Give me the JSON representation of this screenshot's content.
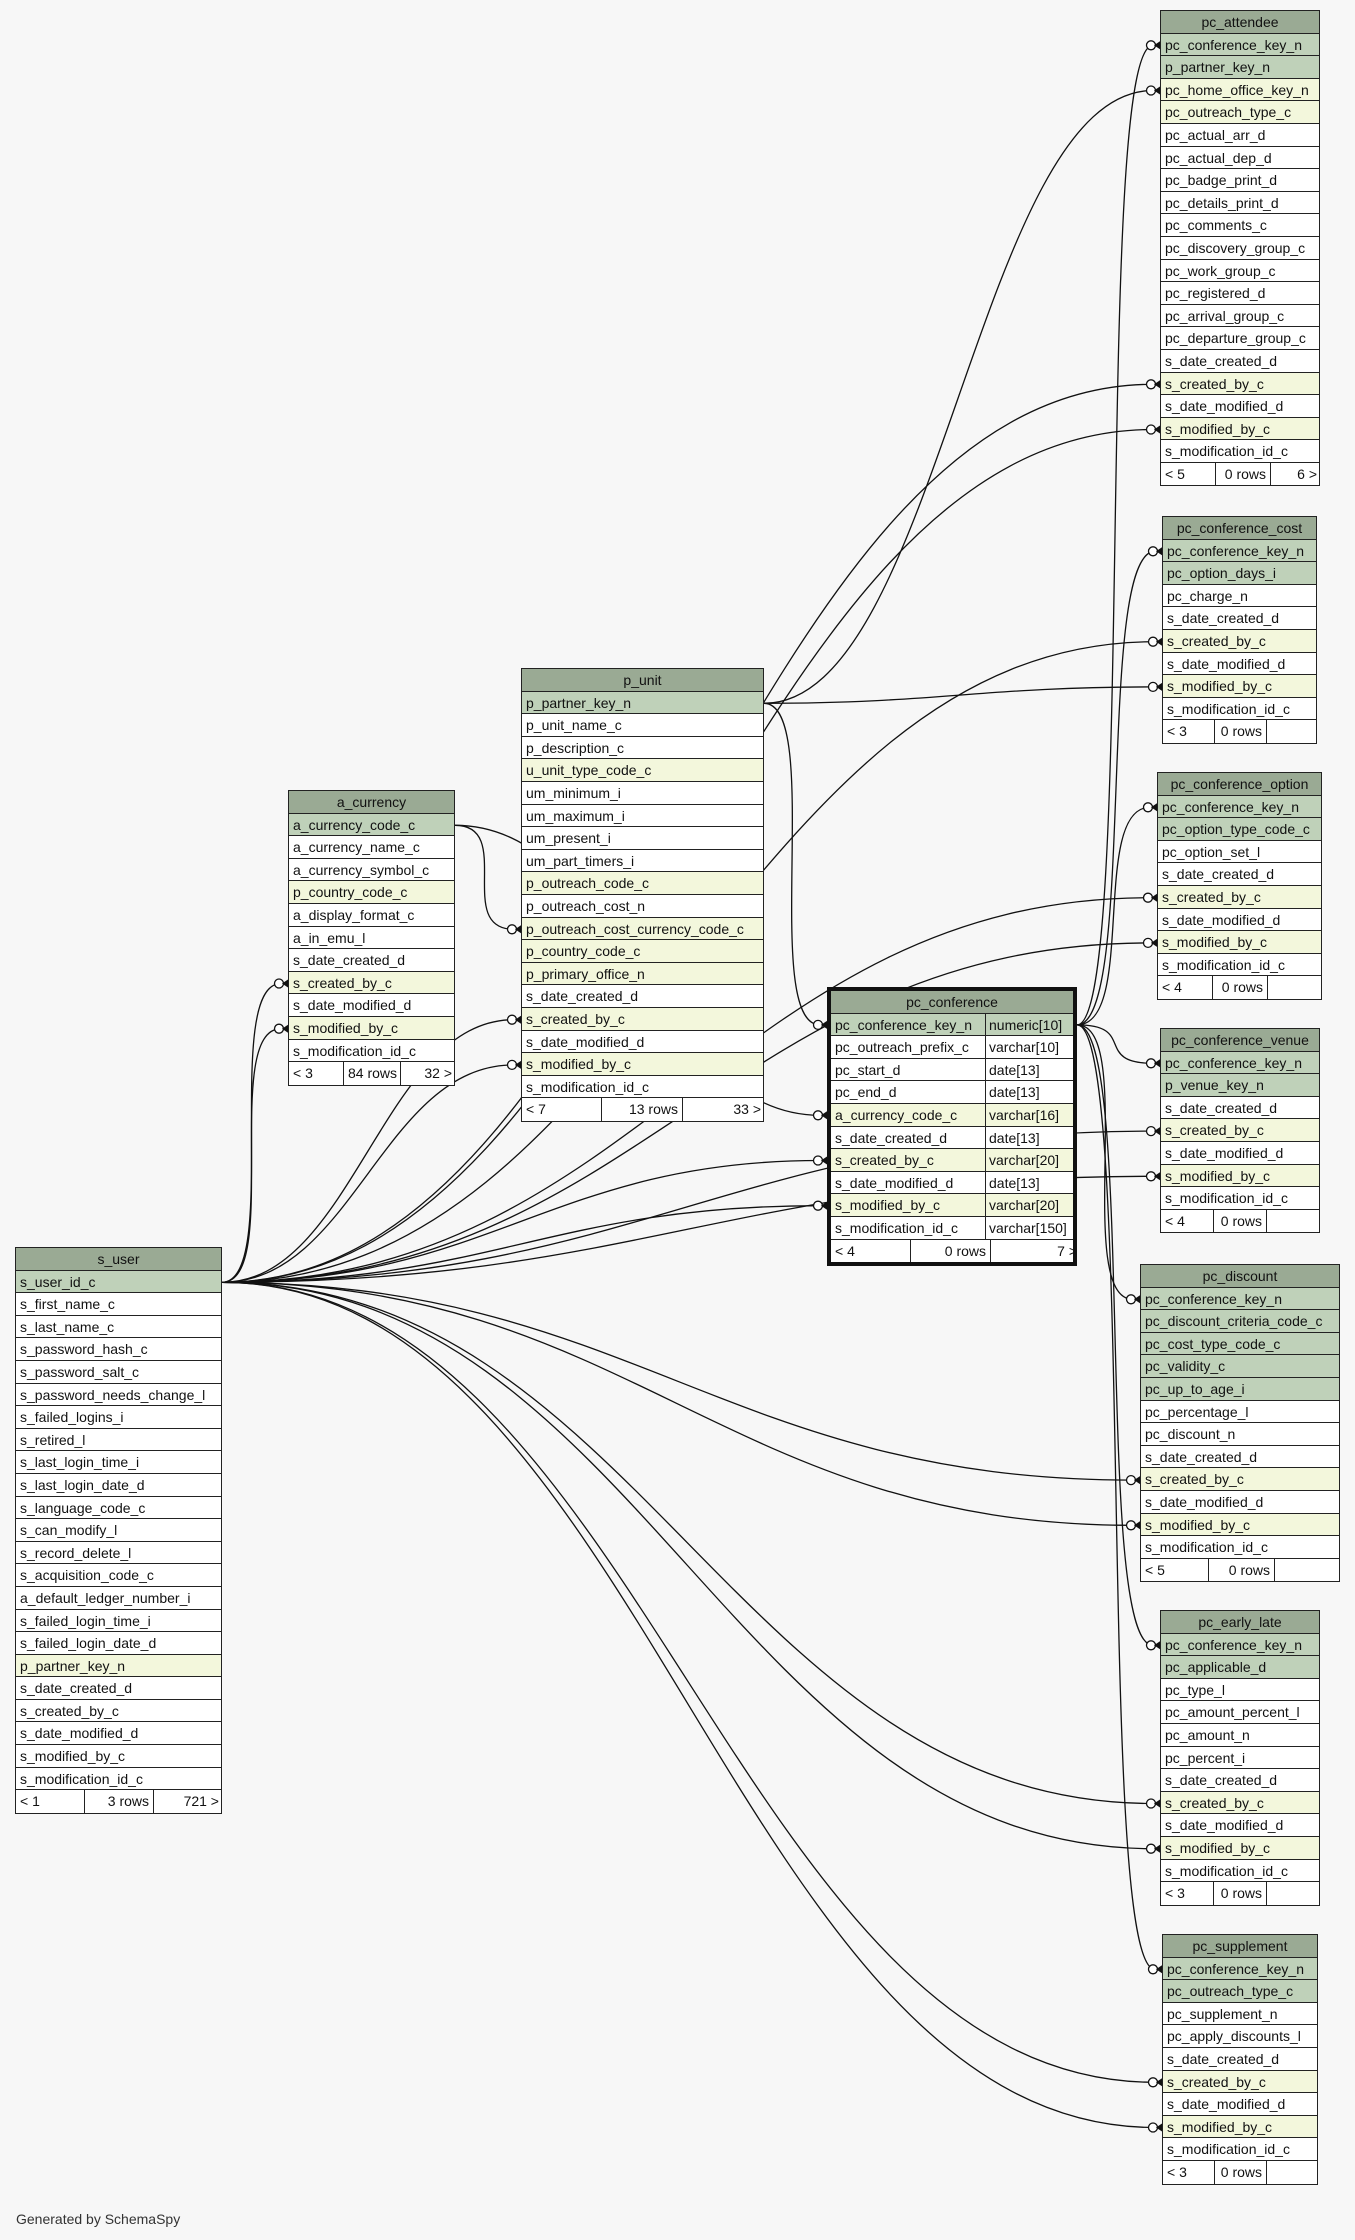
{
  "caption": "Generated by SchemaSpy",
  "tables": [
    {
      "id": "pc_attendee",
      "name": "pc_attendee",
      "columns": [
        {
          "name": "pc_conference_key_n",
          "kind": "pk"
        },
        {
          "name": "p_partner_key_n",
          "kind": "pk"
        },
        {
          "name": "pc_home_office_key_n",
          "kind": "fk"
        },
        {
          "name": "pc_outreach_type_c",
          "kind": "fk"
        },
        {
          "name": "pc_actual_arr_d"
        },
        {
          "name": "pc_actual_dep_d"
        },
        {
          "name": "pc_badge_print_d"
        },
        {
          "name": "pc_details_print_d"
        },
        {
          "name": "pc_comments_c"
        },
        {
          "name": "pc_discovery_group_c"
        },
        {
          "name": "pc_work_group_c"
        },
        {
          "name": "pc_registered_d"
        },
        {
          "name": "pc_arrival_group_c"
        },
        {
          "name": "pc_departure_group_c"
        },
        {
          "name": "s_date_created_d"
        },
        {
          "name": "s_created_by_c",
          "kind": "fk"
        },
        {
          "name": "s_date_modified_d"
        },
        {
          "name": "s_modified_by_c",
          "kind": "fk"
        },
        {
          "name": "s_modification_id_c"
        }
      ],
      "footer": [
        "< 5",
        "0 rows",
        "6 >"
      ]
    },
    {
      "id": "pc_conference_cost",
      "name": "pc_conference_cost",
      "columns": [
        {
          "name": "pc_conference_key_n",
          "kind": "pk"
        },
        {
          "name": "pc_option_days_i",
          "kind": "pk"
        },
        {
          "name": "pc_charge_n"
        },
        {
          "name": "s_date_created_d"
        },
        {
          "name": "s_created_by_c",
          "kind": "fk"
        },
        {
          "name": "s_date_modified_d"
        },
        {
          "name": "s_modified_by_c",
          "kind": "fk"
        },
        {
          "name": "s_modification_id_c"
        }
      ],
      "footer": [
        "< 3",
        "0 rows",
        ""
      ]
    },
    {
      "id": "pc_conference_option",
      "name": "pc_conference_option",
      "columns": [
        {
          "name": "pc_conference_key_n",
          "kind": "pk"
        },
        {
          "name": "pc_option_type_code_c",
          "kind": "pk"
        },
        {
          "name": "pc_option_set_l"
        },
        {
          "name": "s_date_created_d"
        },
        {
          "name": "s_created_by_c",
          "kind": "fk"
        },
        {
          "name": "s_date_modified_d"
        },
        {
          "name": "s_modified_by_c",
          "kind": "fk"
        },
        {
          "name": "s_modification_id_c"
        }
      ],
      "footer": [
        "< 4",
        "0 rows",
        ""
      ]
    },
    {
      "id": "pc_conference_venue",
      "name": "pc_conference_venue",
      "columns": [
        {
          "name": "pc_conference_key_n",
          "kind": "pk"
        },
        {
          "name": "p_venue_key_n",
          "kind": "pk"
        },
        {
          "name": "s_date_created_d"
        },
        {
          "name": "s_created_by_c",
          "kind": "fk"
        },
        {
          "name": "s_date_modified_d"
        },
        {
          "name": "s_modified_by_c",
          "kind": "fk"
        },
        {
          "name": "s_modification_id_c"
        }
      ],
      "footer": [
        "< 4",
        "0 rows",
        ""
      ]
    },
    {
      "id": "pc_discount",
      "name": "pc_discount",
      "columns": [
        {
          "name": "pc_conference_key_n",
          "kind": "pk"
        },
        {
          "name": "pc_discount_criteria_code_c",
          "kind": "pk"
        },
        {
          "name": "pc_cost_type_code_c",
          "kind": "pk"
        },
        {
          "name": "pc_validity_c",
          "kind": "pk"
        },
        {
          "name": "pc_up_to_age_i",
          "kind": "pk"
        },
        {
          "name": "pc_percentage_l"
        },
        {
          "name": "pc_discount_n"
        },
        {
          "name": "s_date_created_d"
        },
        {
          "name": "s_created_by_c",
          "kind": "fk"
        },
        {
          "name": "s_date_modified_d"
        },
        {
          "name": "s_modified_by_c",
          "kind": "fk"
        },
        {
          "name": "s_modification_id_c"
        }
      ],
      "footer": [
        "< 5",
        "0 rows",
        ""
      ]
    },
    {
      "id": "pc_early_late",
      "name": "pc_early_late",
      "columns": [
        {
          "name": "pc_conference_key_n",
          "kind": "pk"
        },
        {
          "name": "pc_applicable_d",
          "kind": "pk"
        },
        {
          "name": "pc_type_l"
        },
        {
          "name": "pc_amount_percent_l"
        },
        {
          "name": "pc_amount_n"
        },
        {
          "name": "pc_percent_i"
        },
        {
          "name": "s_date_created_d"
        },
        {
          "name": "s_created_by_c",
          "kind": "fk"
        },
        {
          "name": "s_date_modified_d"
        },
        {
          "name": "s_modified_by_c",
          "kind": "fk"
        },
        {
          "name": "s_modification_id_c"
        }
      ],
      "footer": [
        "< 3",
        "0 rows",
        ""
      ]
    },
    {
      "id": "pc_supplement",
      "name": "pc_supplement",
      "columns": [
        {
          "name": "pc_conference_key_n",
          "kind": "pk"
        },
        {
          "name": "pc_outreach_type_c",
          "kind": "pk"
        },
        {
          "name": "pc_supplement_n"
        },
        {
          "name": "pc_apply_discounts_l"
        },
        {
          "name": "s_date_created_d"
        },
        {
          "name": "s_created_by_c",
          "kind": "fk"
        },
        {
          "name": "s_date_modified_d"
        },
        {
          "name": "s_modified_by_c",
          "kind": "fk"
        },
        {
          "name": "s_modification_id_c"
        }
      ],
      "footer": [
        "< 3",
        "0 rows",
        ""
      ]
    },
    {
      "id": "p_unit",
      "name": "p_unit",
      "columns": [
        {
          "name": "p_partner_key_n",
          "kind": "pk"
        },
        {
          "name": "p_unit_name_c"
        },
        {
          "name": "p_description_c"
        },
        {
          "name": "u_unit_type_code_c",
          "kind": "fk"
        },
        {
          "name": "um_minimum_i"
        },
        {
          "name": "um_maximum_i"
        },
        {
          "name": "um_present_i"
        },
        {
          "name": "um_part_timers_i"
        },
        {
          "name": "p_outreach_code_c",
          "kind": "fk"
        },
        {
          "name": "p_outreach_cost_n"
        },
        {
          "name": "p_outreach_cost_currency_code_c",
          "kind": "fk"
        },
        {
          "name": "p_country_code_c",
          "kind": "fk"
        },
        {
          "name": "p_primary_office_n",
          "kind": "fk"
        },
        {
          "name": "s_date_created_d"
        },
        {
          "name": "s_created_by_c",
          "kind": "fk"
        },
        {
          "name": "s_date_modified_d"
        },
        {
          "name": "s_modified_by_c",
          "kind": "fk"
        },
        {
          "name": "s_modification_id_c"
        }
      ],
      "footer": [
        "< 7",
        "13 rows",
        "33 >"
      ]
    },
    {
      "id": "a_currency",
      "name": "a_currency",
      "columns": [
        {
          "name": "a_currency_code_c",
          "kind": "pk"
        },
        {
          "name": "a_currency_name_c"
        },
        {
          "name": "a_currency_symbol_c"
        },
        {
          "name": "p_country_code_c",
          "kind": "fk"
        },
        {
          "name": "a_display_format_c"
        },
        {
          "name": "a_in_emu_l"
        },
        {
          "name": "s_date_created_d"
        },
        {
          "name": "s_created_by_c",
          "kind": "fk"
        },
        {
          "name": "s_date_modified_d"
        },
        {
          "name": "s_modified_by_c",
          "kind": "fk"
        },
        {
          "name": "s_modification_id_c"
        }
      ],
      "footer": [
        "< 3",
        "84 rows",
        "32 >"
      ]
    },
    {
      "id": "pc_conference",
      "name": "pc_conference",
      "focus": true,
      "columns": [
        {
          "name": "pc_conference_key_n",
          "type": "numeric[10]",
          "kind": "pk"
        },
        {
          "name": "pc_outreach_prefix_c",
          "type": "varchar[10]"
        },
        {
          "name": "pc_start_d",
          "type": "date[13]"
        },
        {
          "name": "pc_end_d",
          "type": "date[13]"
        },
        {
          "name": "a_currency_code_c",
          "type": "varchar[16]",
          "kind": "fk"
        },
        {
          "name": "s_date_created_d",
          "type": "date[13]"
        },
        {
          "name": "s_created_by_c",
          "type": "varchar[20]",
          "kind": "fk"
        },
        {
          "name": "s_date_modified_d",
          "type": "date[13]"
        },
        {
          "name": "s_modified_by_c",
          "type": "varchar[20]",
          "kind": "fk"
        },
        {
          "name": "s_modification_id_c",
          "type": "varchar[150]"
        }
      ],
      "footer": [
        "< 4",
        "0 rows",
        "7 >"
      ]
    },
    {
      "id": "s_user",
      "name": "s_user",
      "columns": [
        {
          "name": "s_user_id_c",
          "kind": "pk"
        },
        {
          "name": "s_first_name_c"
        },
        {
          "name": "s_last_name_c"
        },
        {
          "name": "s_password_hash_c"
        },
        {
          "name": "s_password_salt_c"
        },
        {
          "name": "s_password_needs_change_l"
        },
        {
          "name": "s_failed_logins_i"
        },
        {
          "name": "s_retired_l"
        },
        {
          "name": "s_last_login_time_i"
        },
        {
          "name": "s_last_login_date_d"
        },
        {
          "name": "s_language_code_c"
        },
        {
          "name": "s_can_modify_l"
        },
        {
          "name": "s_record_delete_l"
        },
        {
          "name": "s_acquisition_code_c"
        },
        {
          "name": "a_default_ledger_number_i"
        },
        {
          "name": "s_failed_login_time_i"
        },
        {
          "name": "s_failed_login_date_d"
        },
        {
          "name": "p_partner_key_n",
          "kind": "fk"
        },
        {
          "name": "s_date_created_d"
        },
        {
          "name": "s_created_by_c"
        },
        {
          "name": "s_date_modified_d"
        },
        {
          "name": "s_modified_by_c"
        },
        {
          "name": "s_modification_id_c"
        }
      ],
      "footer": [
        "< 1",
        "3 rows",
        "721 >"
      ]
    }
  ]
}
